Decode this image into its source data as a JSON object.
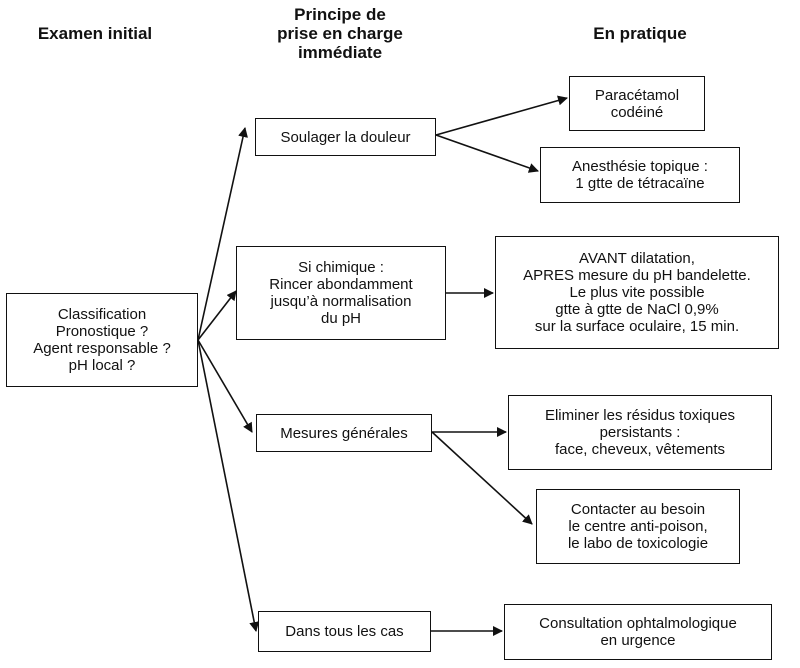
{
  "headers": {
    "col1": [
      "Examen initial"
    ],
    "col2": [
      "Principe de",
      "prise en charge",
      "immédiate"
    ],
    "col3": [
      "En pratique"
    ]
  },
  "nodes": {
    "initial": [
      "Classification",
      "Pronostique ?",
      "Agent responsable ?",
      "pH local ?"
    ],
    "douleur": [
      "Soulager la douleur"
    ],
    "chimique": [
      "Si chimique :",
      "Rincer abondamment",
      "jusqu’à normalisation",
      "du pH"
    ],
    "mesures": [
      "Mesures générales"
    ],
    "tous": [
      "Dans tous les cas"
    ],
    "paracetamol": [
      "Paracétamol",
      "codéiné"
    ],
    "anesthesie": [
      "Anesthésie topique :",
      "1 gtte de tétracaïne"
    ],
    "avant": [
      "AVANT dilatation,",
      "APRES mesure du pH bandelette.",
      "Le plus vite possible",
      "gtte à gtte de NaCl 0,9%",
      "sur la surface oculaire, 15 min."
    ],
    "eliminer": [
      "Eliminer les résidus toxiques",
      "persistants :",
      "face, cheveux, vêtements"
    ],
    "contacter": [
      "Contacter au besoin",
      "le centre anti-poison,",
      "le labo de toxicologie"
    ],
    "consultation": [
      "Consultation ophtalmologique",
      "en urgence"
    ]
  }
}
